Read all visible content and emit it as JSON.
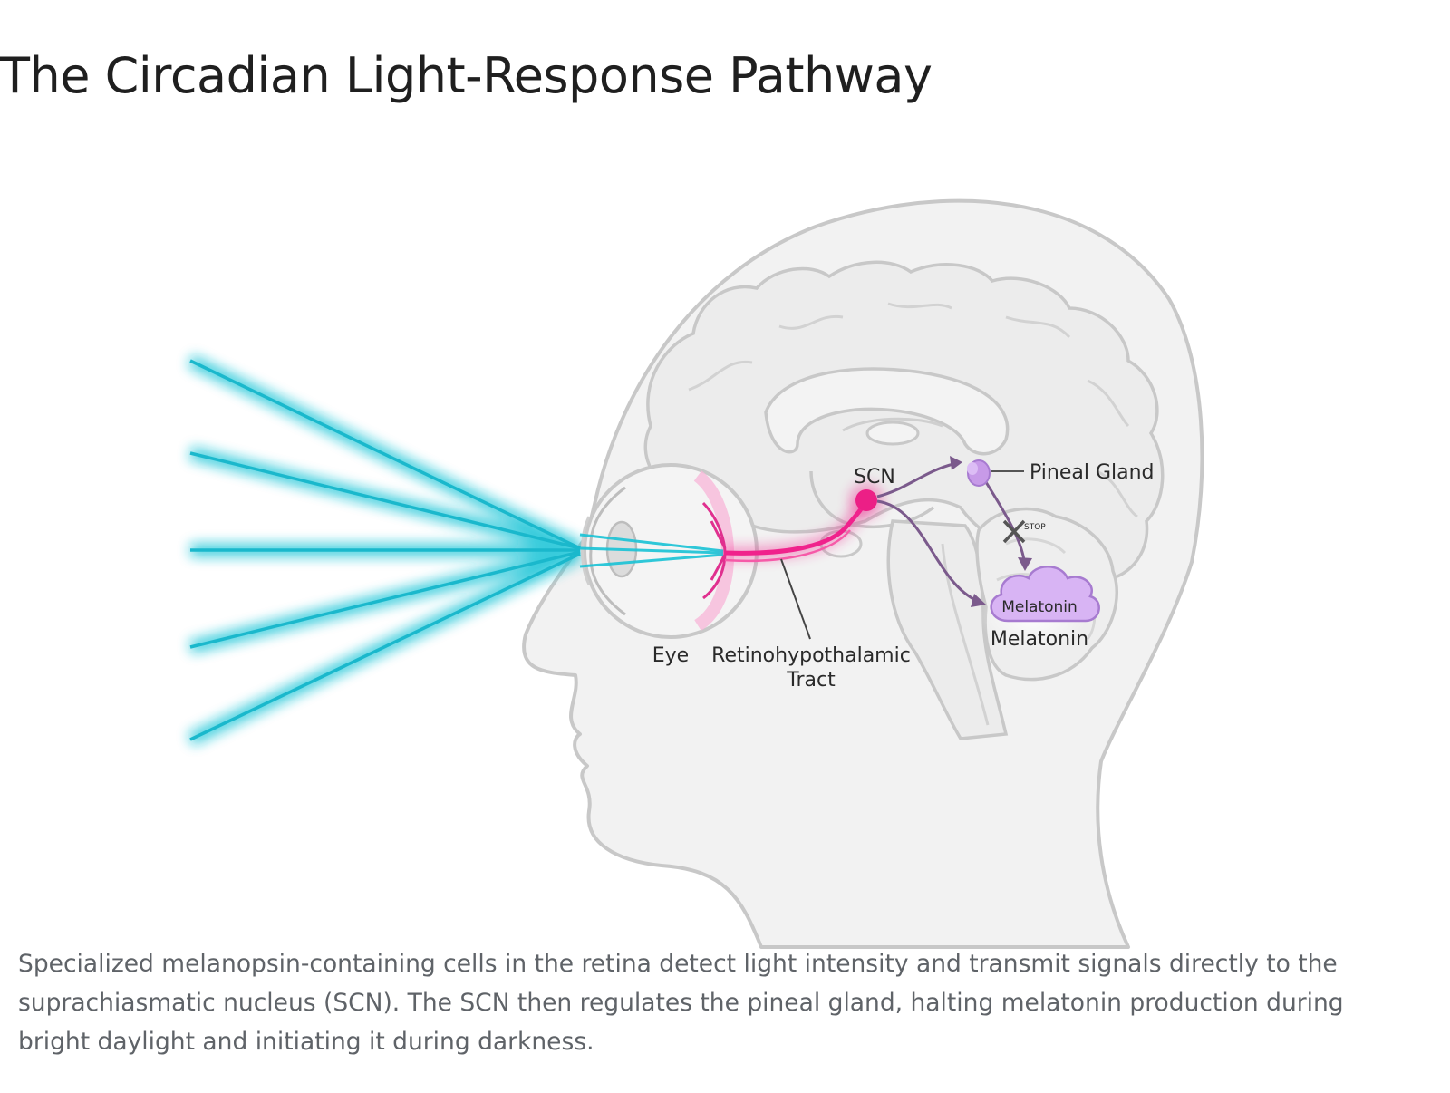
{
  "title": "The Circadian Light-Response Pathway",
  "labels": {
    "eye": "Eye",
    "tract_line1": "Retinohypothalamic",
    "tract_line2": "Tract",
    "scn": "SCN",
    "pineal": "Pineal Gland",
    "stop": "STOP",
    "melatonin_cloud": "Melatonin",
    "melatonin": "Melatonin"
  },
  "caption": "Specialized melanopsin-containing cells in the retina detect light intensity and transmit signals directly to the suprachiasmatic nucleus (SCN). The SCN then regulates the pineal gland, halting melatonin production during bright daylight and initiating it during darkness.",
  "colors": {
    "light_ray": "#19c3d6",
    "tract": "#f0228c",
    "pathway": "#7b5a8c",
    "pineal": "#c79ae8",
    "melatonin_cloud": "#d8b4f4",
    "head_fill": "#f2f2f2",
    "head_outline": "#c8c8c8"
  }
}
